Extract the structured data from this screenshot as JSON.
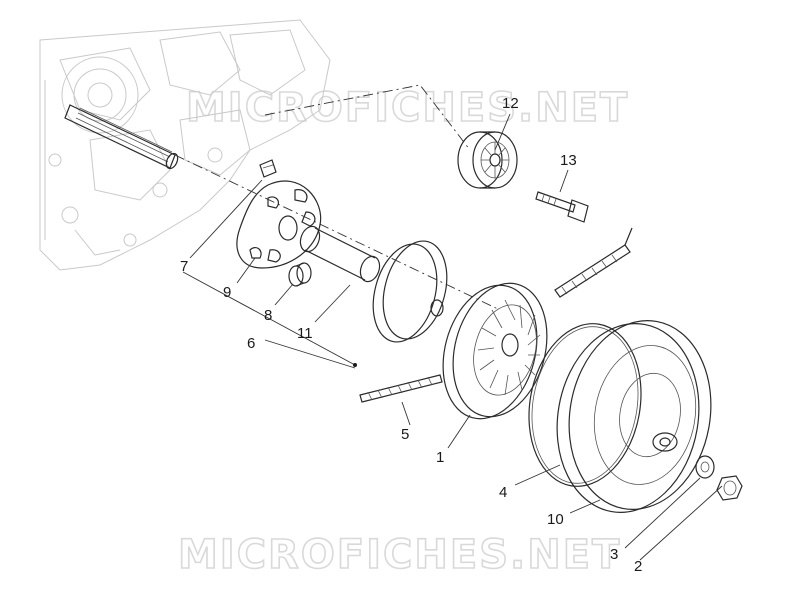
{
  "watermark": {
    "top": "MICROFICHES.NET",
    "bottom": "MICROFICHES.NET"
  },
  "callouts": [
    {
      "id": "1",
      "label": "1"
    },
    {
      "id": "2",
      "label": "2"
    },
    {
      "id": "3",
      "label": "3"
    },
    {
      "id": "4",
      "label": "4"
    },
    {
      "id": "5",
      "label": "5"
    },
    {
      "id": "6",
      "label": "6"
    },
    {
      "id": "7",
      "label": "7"
    },
    {
      "id": "8",
      "label": "8"
    },
    {
      "id": "9",
      "label": "9"
    },
    {
      "id": "10",
      "label": "10"
    },
    {
      "id": "11",
      "label": "11"
    },
    {
      "id": "12",
      "label": "12"
    },
    {
      "id": "13",
      "label": "13"
    }
  ],
  "colors": {
    "line": "#2b2b2b",
    "background_engine": "#c9c9c9",
    "watermark": "#d9d9d9"
  }
}
